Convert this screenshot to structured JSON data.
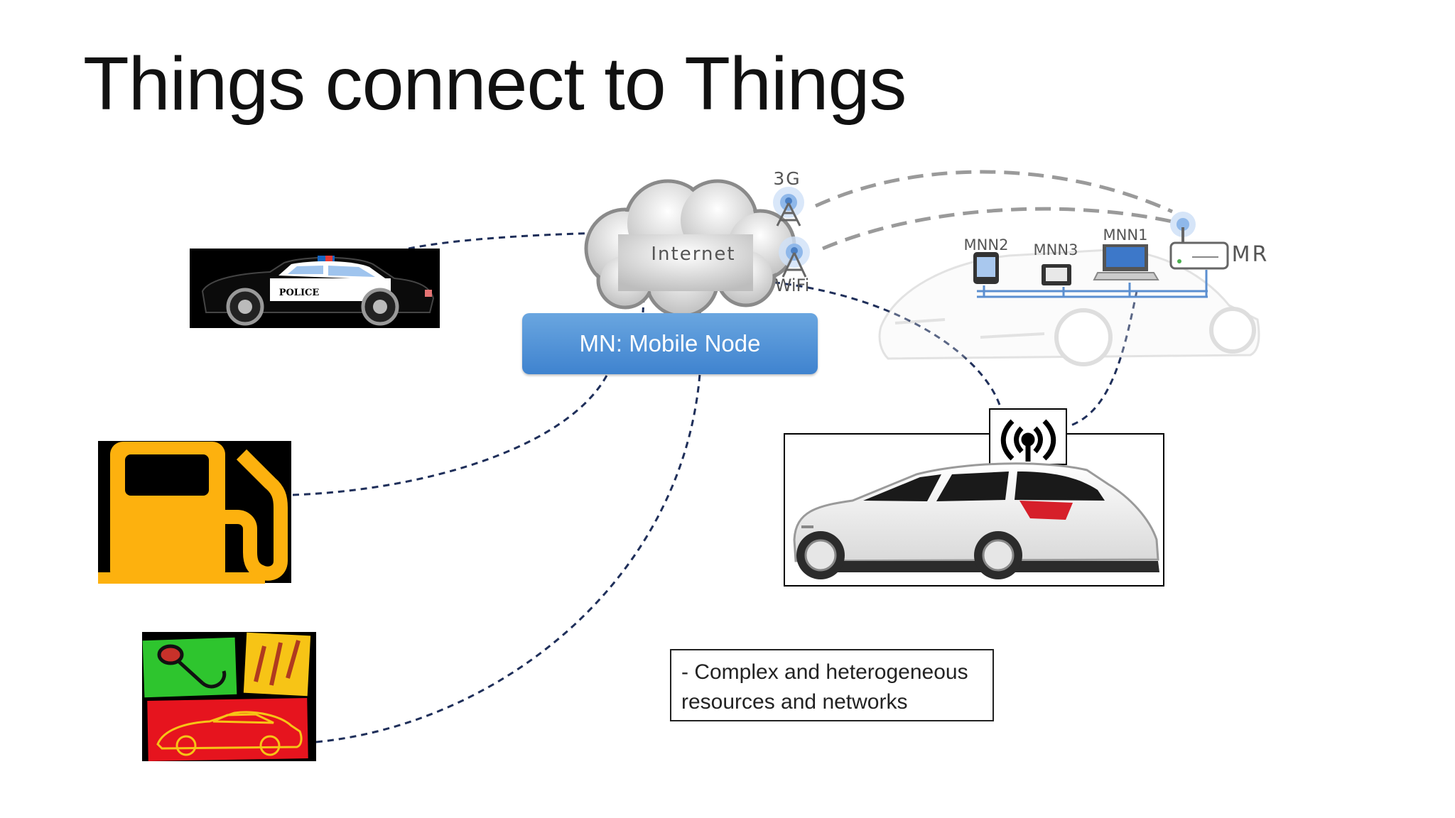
{
  "slide": {
    "title": "Things connect to Things"
  },
  "diagram": {
    "internet_label": "Internet",
    "mn_label": "MN: Mobile Node",
    "tech_3g": "3G",
    "tech_wifi": "WiFi",
    "mobile_network": {
      "mnn2": "MNN2",
      "mnn3": "MNN3",
      "mnn1": "MNN1",
      "mr": "MR"
    },
    "police_text": "POLICE"
  },
  "note": {
    "line1": "- Complex and heterogeneous",
    "line2": "resources and networks"
  },
  "colors": {
    "mn_box": "#4a8fd8",
    "dashed_link": "#1f2f5a",
    "fuel_icon": "#fdb10e",
    "toolkit_green": "#2ec52e",
    "toolkit_red": "#e6141e",
    "toolkit_yellow": "#f7c416"
  }
}
